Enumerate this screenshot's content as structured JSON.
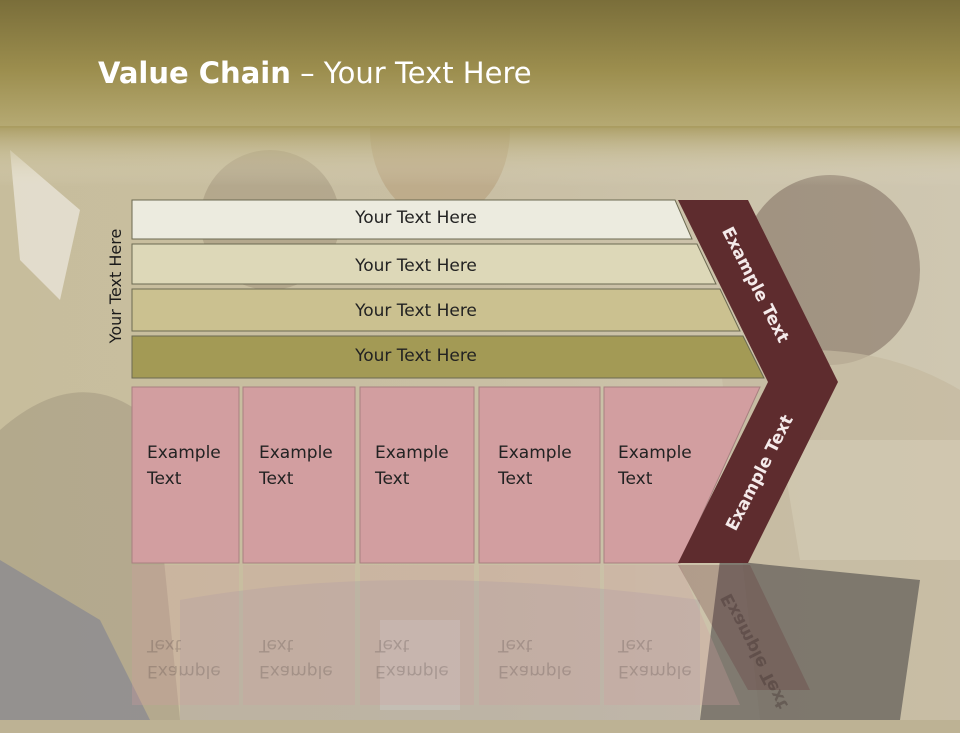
{
  "title": {
    "bold": "Value Chain",
    "rest": " – Your Text Here"
  },
  "side_label": "Your Text Here",
  "bars": [
    {
      "label": "Your Text Here",
      "color": "#ecebdf"
    },
    {
      "label": "Your Text Here",
      "color": "#ddd8b8"
    },
    {
      "label": "Your Text Here",
      "color": "#cbc190"
    },
    {
      "label": "Your Text Here",
      "color": "#a39a55"
    }
  ],
  "cells": [
    {
      "line1": "Example",
      "line2": "Text"
    },
    {
      "line1": "Example",
      "line2": "Text"
    },
    {
      "line1": "Example",
      "line2": "Text"
    },
    {
      "line1": "Example",
      "line2": "Text"
    },
    {
      "line1": "Example",
      "line2": "Text"
    }
  ],
  "chevron": {
    "top_label": "Example Text",
    "bottom_label": "Example Text",
    "color": "#5e2c2e"
  },
  "colors": {
    "header": "#9c8e4e",
    "cell": "#d29ea0"
  }
}
